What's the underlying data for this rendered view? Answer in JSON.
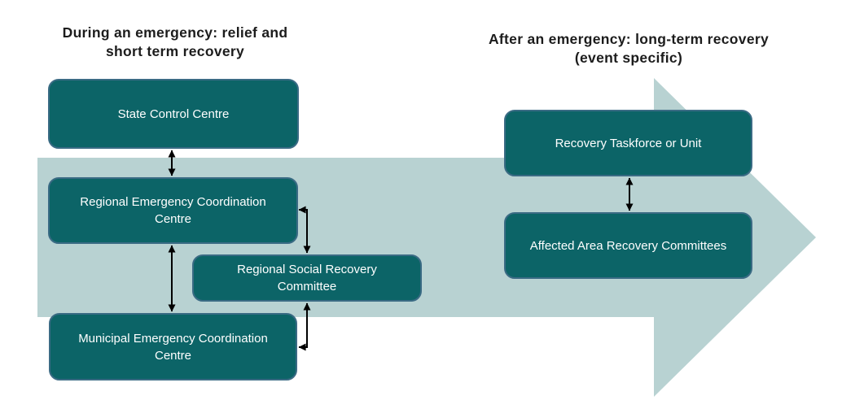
{
  "titles": {
    "during": {
      "line1": "During an emergency: relief and",
      "line2": "short term recovery"
    },
    "after": {
      "line1": "After an emergency: long-term recovery",
      "line2": "(event specific)"
    }
  },
  "boxes": {
    "state_control": "State Control Centre",
    "regional_ecc": "Regional Emergency Coordination Centre",
    "regional_social_recovery": "Regional Social Recovery Committee",
    "municipal_ecc": "Municipal Emergency Coordination Centre",
    "recovery_taskforce": "Recovery Taskforce or Unit",
    "affected_area": "Affected Area Recovery Committees"
  },
  "connectors": [
    {
      "from": "State Control Centre",
      "to": "Regional Emergency Coordination Centre",
      "type": "bidirectional"
    },
    {
      "from": "Regional Emergency Coordination Centre",
      "to": "Regional Social Recovery Committee",
      "type": "bidirectional"
    },
    {
      "from": "Regional Emergency Coordination Centre",
      "to": "Municipal Emergency Coordination Centre",
      "type": "bidirectional"
    },
    {
      "from": "Regional Social Recovery Committee",
      "to": "Municipal Emergency Coordination Centre",
      "type": "bidirectional"
    },
    {
      "from": "Recovery Taskforce or Unit",
      "to": "Affected Area Recovery Committees",
      "type": "bidirectional"
    }
  ],
  "colors": {
    "box_fill": "#0c6467",
    "box_border": "#3a6b84",
    "box_text": "#ffffff",
    "background_arrow": "#b8d2d2",
    "connector": "#000000",
    "title_text": "#1c1c1c"
  }
}
